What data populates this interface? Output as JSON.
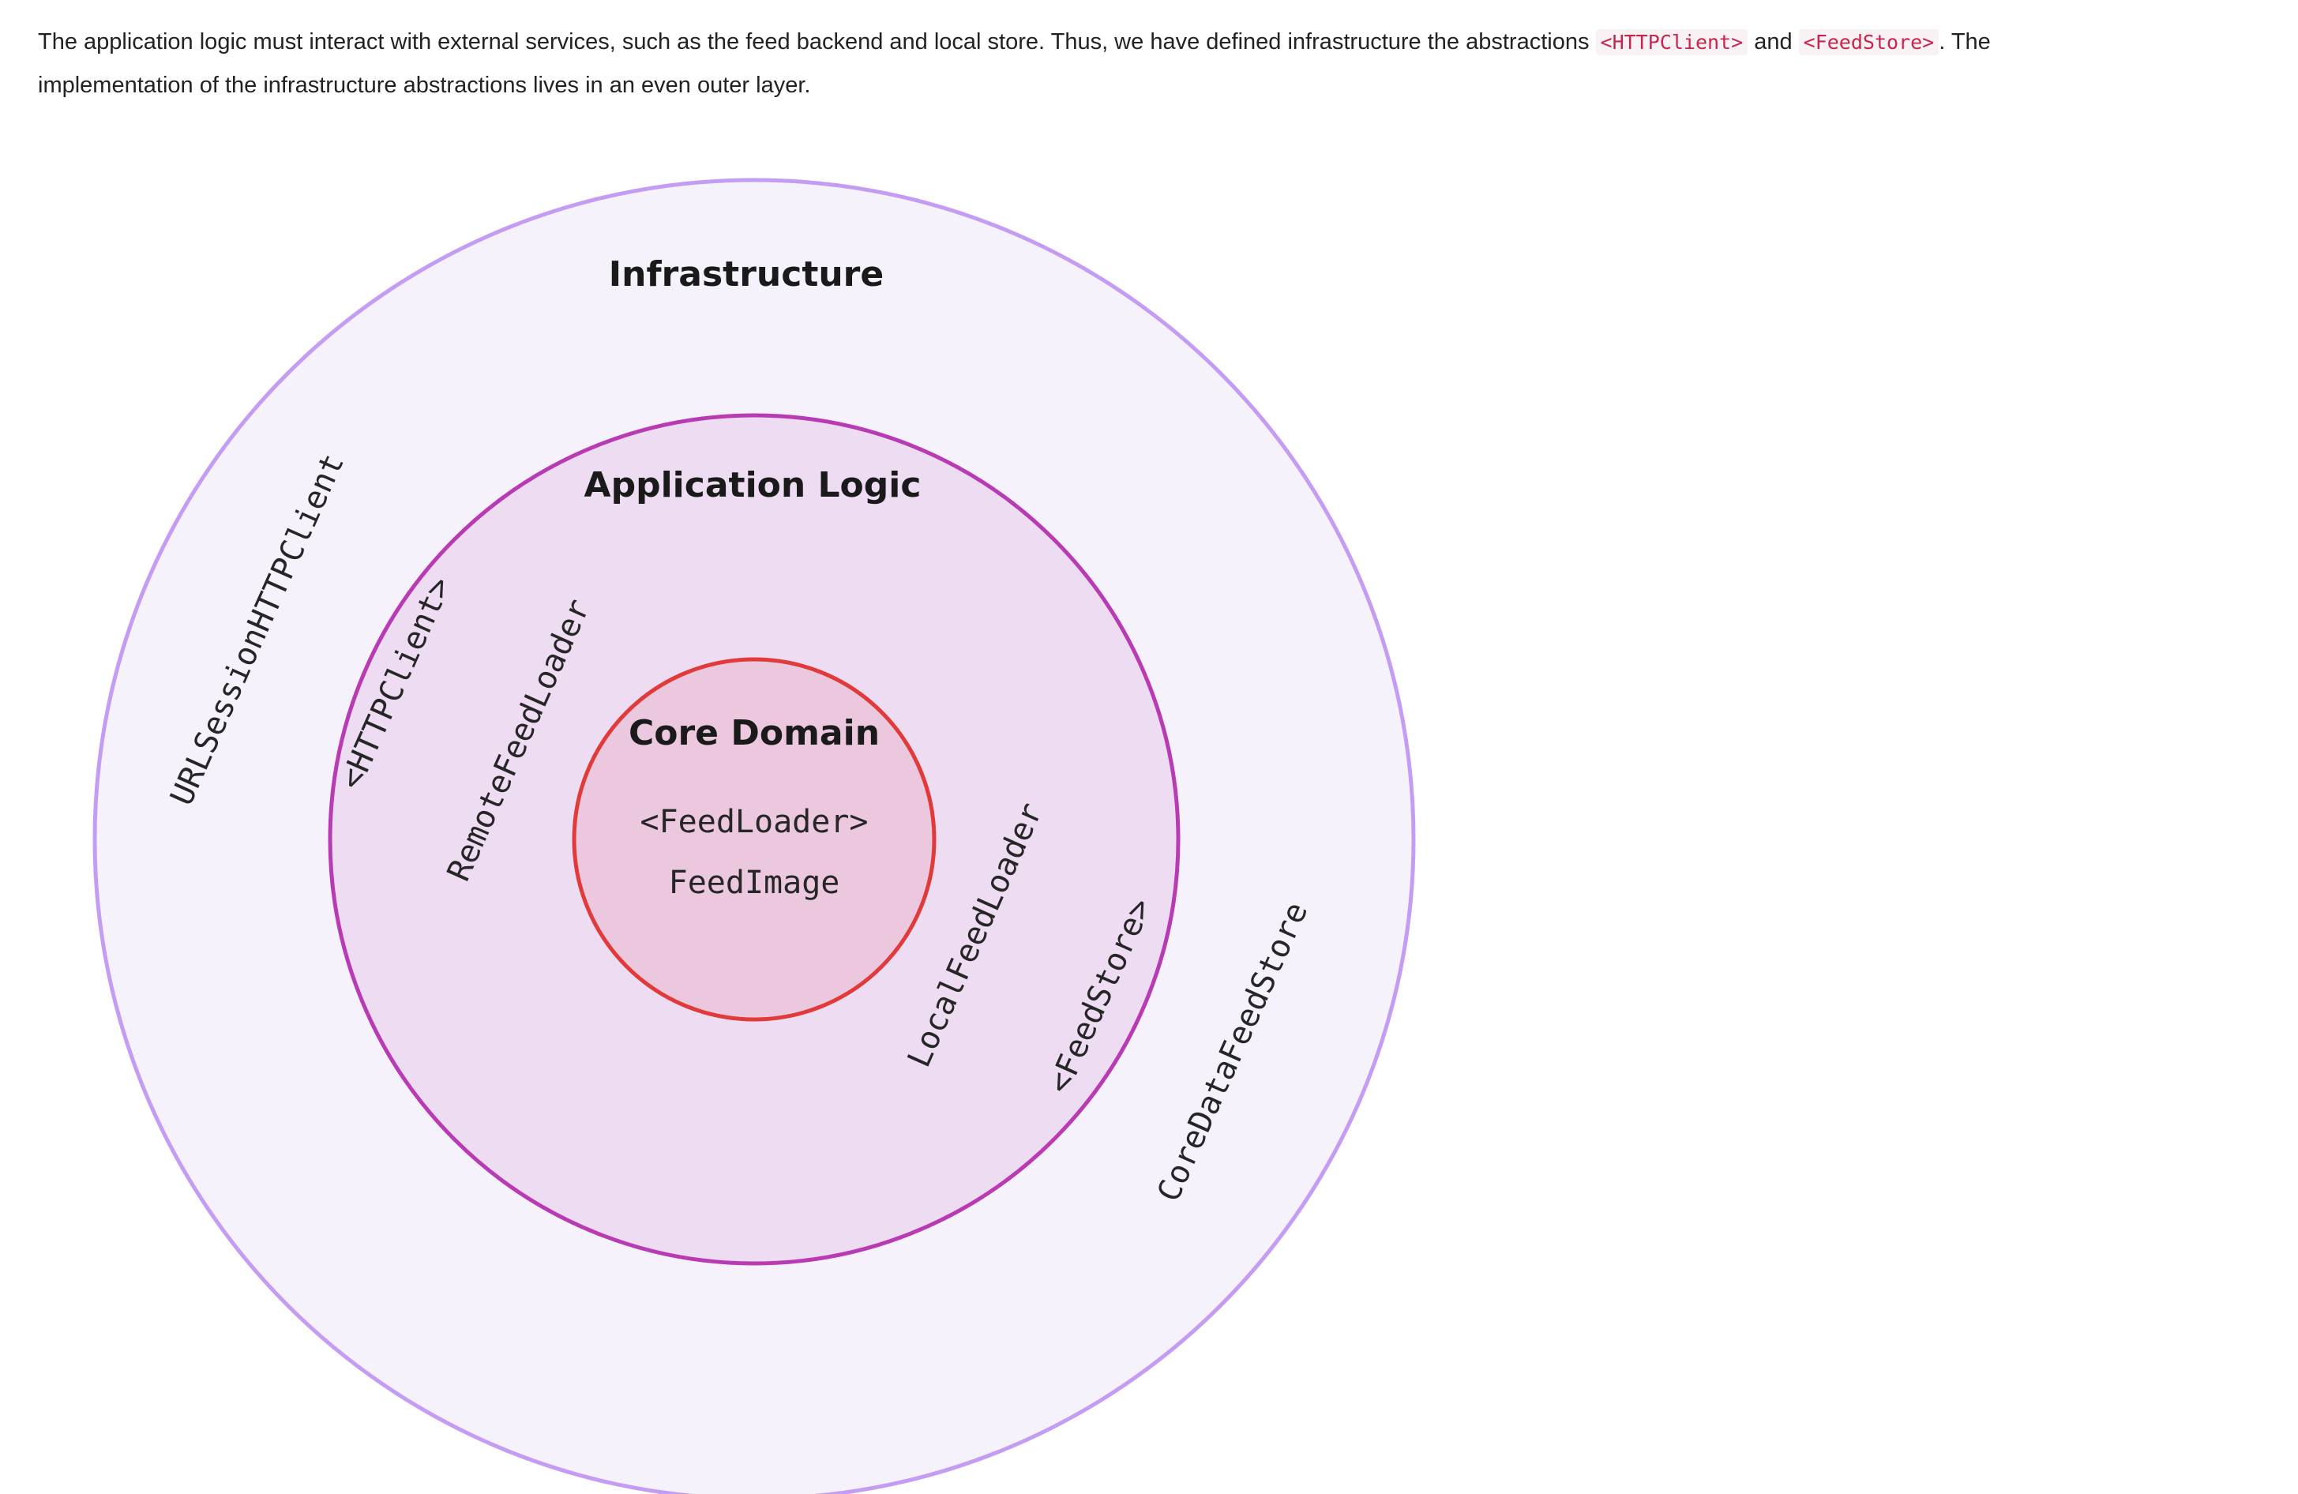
{
  "intro": {
    "text_1": "The application logic must interact with external services, such as the feed backend and local store. Thus, we have defined infrastructure the abstractions ",
    "code_1": "<HTTPClient>",
    "text_2": " and ",
    "code_2": "<FeedStore>",
    "text_3": ". The implementation of the infrastructure abstractions lives in an even outer layer."
  },
  "diagram": {
    "infrastructure": {
      "title": "Infrastructure",
      "left_label": "URLSessionHTTPClient",
      "right_label": "CoreDataFeedStore"
    },
    "application_logic": {
      "title": "Application Logic",
      "left_protocol": "<HTTPClient>",
      "left_impl": "RemoteFeedLoader",
      "right_impl": "LocalFeedLoader",
      "right_protocol": "<FeedStore>"
    },
    "core_domain": {
      "title": "Core Domain",
      "item_1": "<FeedLoader>",
      "item_2": "FeedImage"
    },
    "colors": {
      "outer_fill": "#f6f2fc",
      "outer_stroke": "#c49cf4",
      "middle_fill": "#eddcf2",
      "middle_stroke": "#b93bb4",
      "inner_fill": "#ebc8de",
      "inner_stroke": "#e03a3a"
    }
  }
}
